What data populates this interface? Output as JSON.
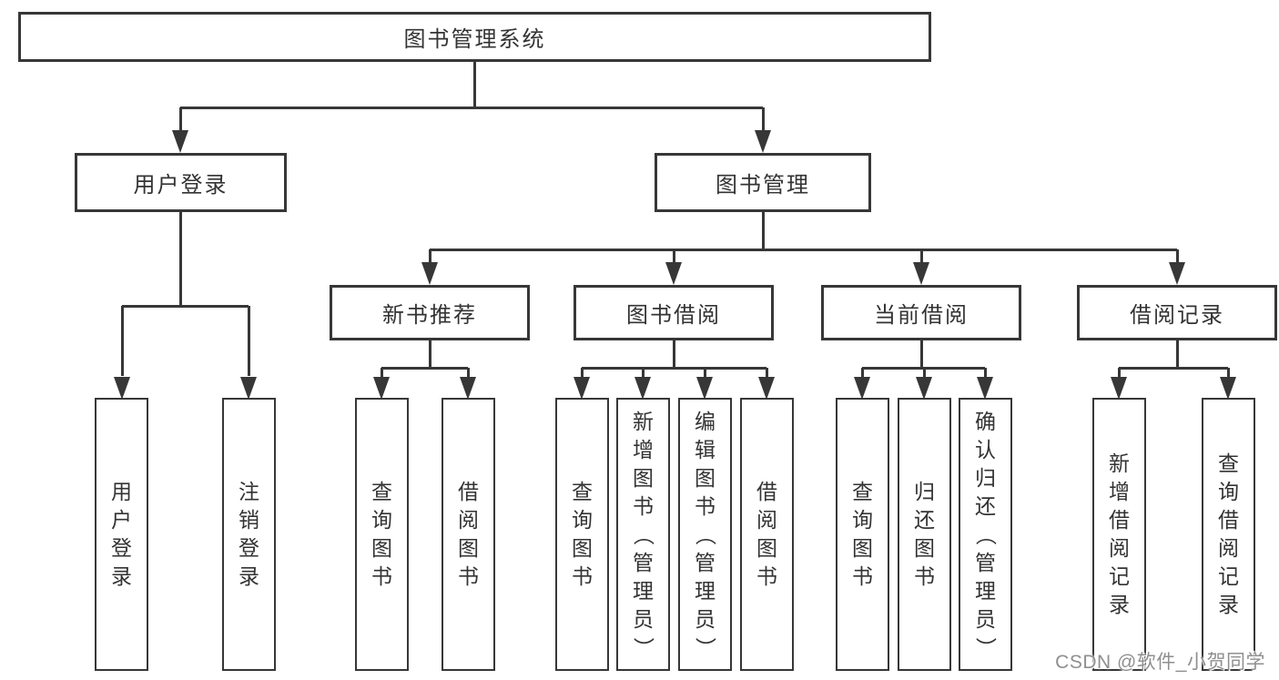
{
  "title": {
    "label": "图书管理系统"
  },
  "nodes": {
    "user_login": {
      "label": "用户登录",
      "children": [
        "用户登录",
        "注销登录"
      ]
    },
    "book_management": {
      "label": "图书管理"
    },
    "new_book_recommend": {
      "label": "新书推荐",
      "children": [
        "查询图书",
        "借阅图书"
      ]
    },
    "book_borrow": {
      "label": "图书借阅",
      "children": [
        "查询图书",
        "新增图书（管理员）",
        "编辑图书（管理员）",
        "借阅图书"
      ]
    },
    "current_borrow": {
      "label": "当前借阅",
      "children": [
        "查询图书",
        "归还图书",
        "确认归还（管理员）"
      ]
    },
    "borrow_record": {
      "label": "借阅记录",
      "children": [
        "新增借阅记录",
        "查询借阅记录"
      ]
    }
  },
  "watermark": {
    "text": "CSDN @软件_小贺同学"
  },
  "colors": {
    "line": "#373737",
    "text": "#333333",
    "box_fill": "#ffffff",
    "background": "#ffffff",
    "watermark": "#8f8f8f"
  }
}
